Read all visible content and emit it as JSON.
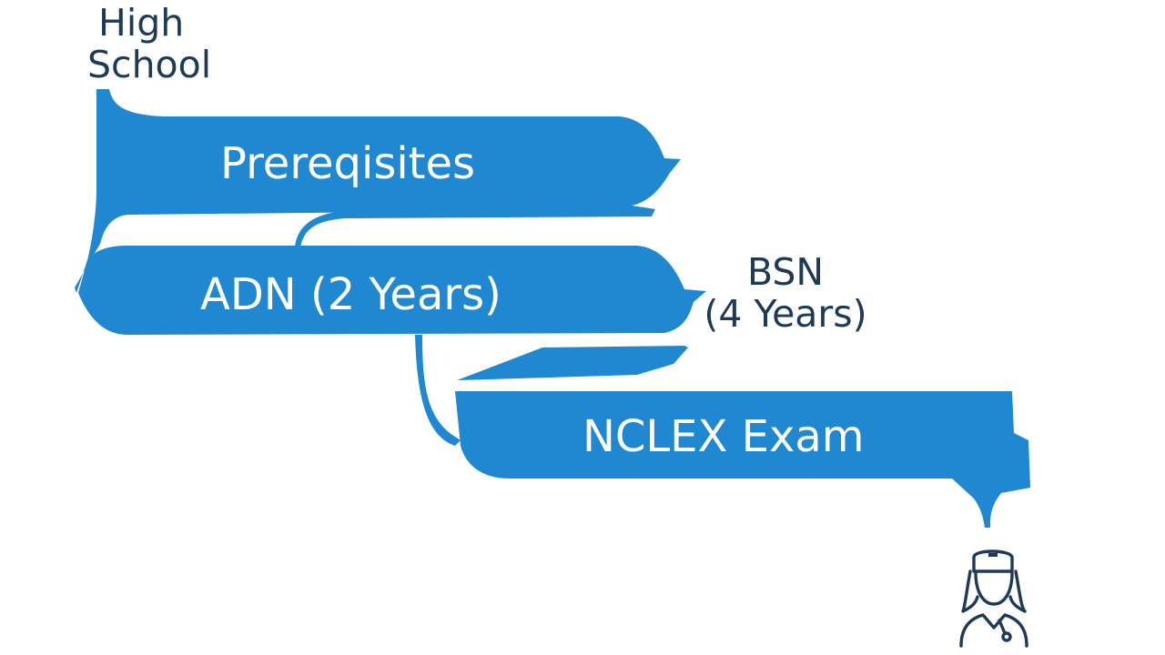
{
  "colors": {
    "band": "#1f88d1",
    "text_dark": "#1d3a57",
    "text_light": "#ffffff",
    "background": "#ffffff"
  },
  "labels": {
    "high_school_line1": "High",
    "high_school_line2": "School",
    "prerequisites": "Prereqisites",
    "adn": "ADN (2 Years)",
    "bsn_line1": "BSN",
    "bsn_line2": "(4 Years)",
    "nclex": "NCLEX Exam"
  },
  "icons": {
    "end": "nurse-icon"
  }
}
